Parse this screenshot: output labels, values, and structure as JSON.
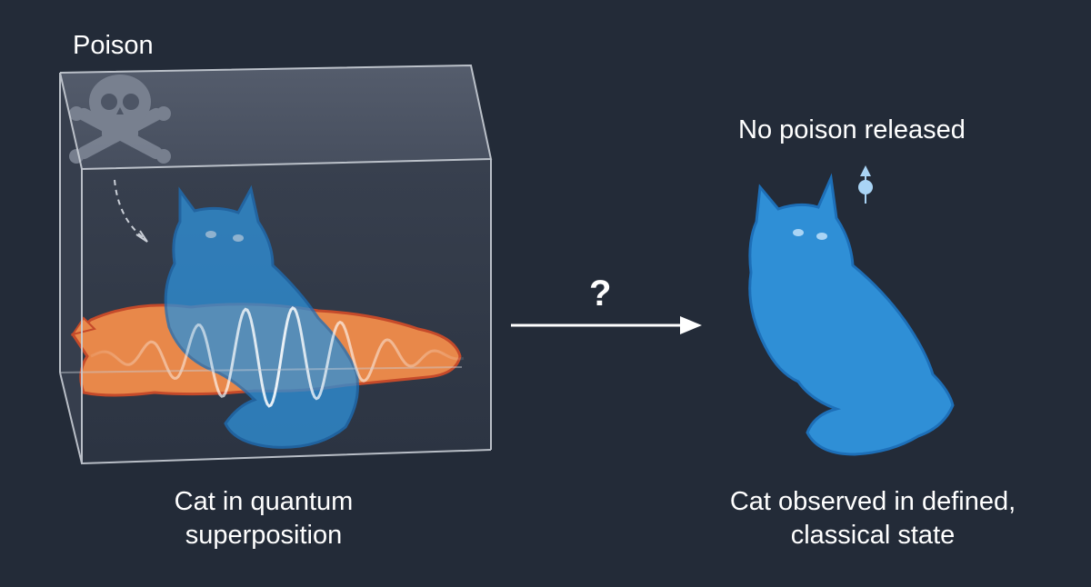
{
  "labels": {
    "poison": "Poison",
    "no_poison": "No poison released",
    "caption_left": [
      "Cat in quantum",
      "superposition"
    ],
    "caption_right": [
      "Cat observed in defined,",
      "classical state"
    ],
    "question": "?"
  },
  "colors": {
    "background": "#232b38",
    "blue_cat": "#2f8fd6",
    "blue_cat_edge": "#1d6fb8",
    "orange_cat": "#e8884a",
    "orange_cat_edge": "#c54a2a",
    "box_edge": "#c9ced6",
    "wave": "#ffffff"
  },
  "icons": {
    "skull": "skull-and-crossbones-icon",
    "arrow": "right-arrow-icon",
    "spin": "spin-up-icon"
  }
}
